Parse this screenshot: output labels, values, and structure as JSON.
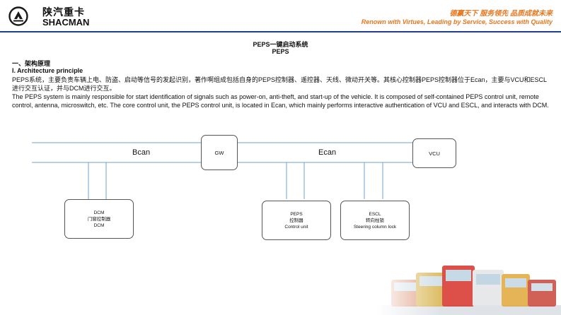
{
  "header": {
    "logo_icon": "shacman-logo-icon",
    "brand_cn": "陕汽重卡",
    "brand_en": "SHACMAN",
    "slogan_cn": "德赢天下 服务领先 品质成就未来",
    "slogan_en": "Renown with Virtues, Leading by Service, Success with Quality",
    "accent_color": "#e8761e",
    "divider_color": "#1f3d8a"
  },
  "doc": {
    "title_cn": "PEPS一键启动系统",
    "title_en": "PEPS",
    "section_cn": "一、架构原理",
    "section_en": "I. Architecture principle",
    "para_cn": "PEPS系统，主要负责车辆上电、防盗、启动等信号的发起识别，著作啊组成包括自身的PEPS控制器、遥控器、天线、微动开关等。其核心控制器PEPS控制器位于Ecan，主要与VCU和ESCL进行交互认证，并与DCM进行交互。",
    "para_en": "The PEPS system is mainly responsible for start identification of signals such as power-on, anti-theft, and start-up of the vehicle. It is composed of self-contained PEPS control unit, remote control, antenna, microswitch, etc. The core control unit, the PEPS control unit, is located in Ecan, which mainly performs interactive authentication of VCU and ESCL, and interacts with DCM."
  },
  "diagram": {
    "bus_bcan": "Bcan",
    "bus_ecan": "Ecan",
    "gw": "GW",
    "vcu": "VCU",
    "dcm": [
      "DCM",
      "门窗控制器",
      "DCM"
    ],
    "peps": [
      "PEPS",
      "控制器",
      "Control unit"
    ],
    "escl": [
      "ESCL",
      "转向柱锁",
      "Steering column lock"
    ],
    "line_color": "#6fa3cf"
  }
}
